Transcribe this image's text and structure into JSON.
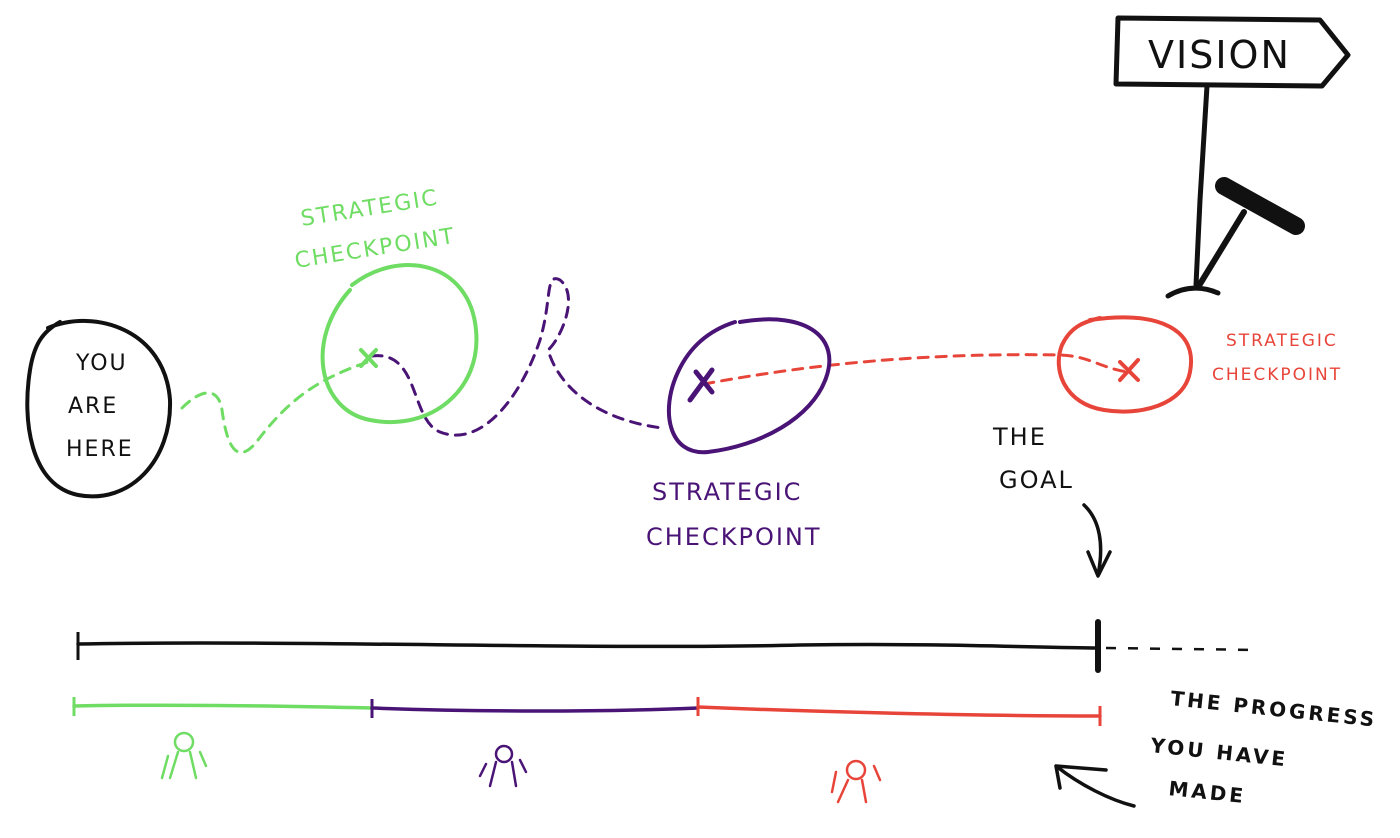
{
  "colors": {
    "ink": "#111111",
    "green": "#6fdc63",
    "purple": "#4a1476",
    "red": "#e8453a",
    "background": "#ffffff"
  },
  "sign": {
    "label": "VISION",
    "icon": "signpost-icon"
  },
  "start": {
    "lines": [
      "YOU",
      "ARE",
      "HERE"
    ]
  },
  "checkpoints": [
    {
      "label_line1": "STRATEGIC",
      "label_line2": "CHECKPOINT",
      "color": "#6fdc63"
    },
    {
      "label_line1": "STRATEGIC",
      "label_line2": "CHECKPOINT",
      "color": "#4a1476"
    },
    {
      "label_line1": "STRATEGIC",
      "label_line2": "CHECKPOINT",
      "color": "#e8453a"
    }
  ],
  "goal": {
    "line1": "THE",
    "line2": "GOAL"
  },
  "progress": {
    "line1": "THE PROGRESS",
    "line2": "YOU HAVE",
    "line3": "MADE"
  },
  "figures": [
    {
      "icon": "stick-figure-icon",
      "color": "#6fdc63"
    },
    {
      "icon": "stick-figure-icon",
      "color": "#4a1476"
    },
    {
      "icon": "stick-figure-icon",
      "color": "#e8453a"
    }
  ]
}
